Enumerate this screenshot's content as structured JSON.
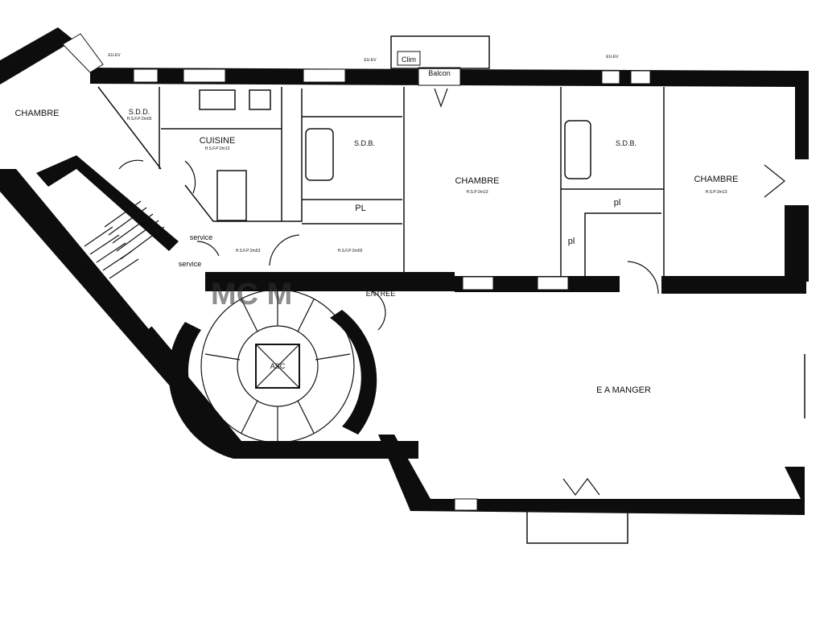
{
  "plan": {
    "rooms": [
      {
        "label": "CHAMBRE",
        "sub": ""
      },
      {
        "label": "S.D.D.",
        "sub": "H.S.F.P:2m03"
      },
      {
        "label": "CUISINE",
        "sub": "H.S.F.P:2m13"
      },
      {
        "label": "S.D.B.",
        "sub": ""
      },
      {
        "label": "PL",
        "sub": ""
      },
      {
        "label": "CHAMBRE",
        "sub": "H.S.P:2m13"
      },
      {
        "label": "S.D.B.",
        "sub": ""
      },
      {
        "label": "pl",
        "sub": ""
      },
      {
        "label": "pl",
        "sub": ""
      },
      {
        "label": "CHAMBRE",
        "sub": "H.S.P:2m13"
      },
      {
        "label": "ENTREE",
        "sub": ""
      },
      {
        "label": "ASC",
        "sub": ""
      },
      {
        "label": "E A MANGER",
        "sub": ""
      }
    ],
    "corridor_heights": [
      "H.S.F.P:2m63",
      "H.S.F.P:2m65"
    ],
    "service_labels": [
      "service",
      "service"
    ],
    "eu_ev": [
      "EU-EV",
      "EU-EV",
      "EU-EV"
    ],
    "balcony": {
      "label": "Balcon",
      "clim": "Clim"
    },
    "watermark": "MC M"
  }
}
